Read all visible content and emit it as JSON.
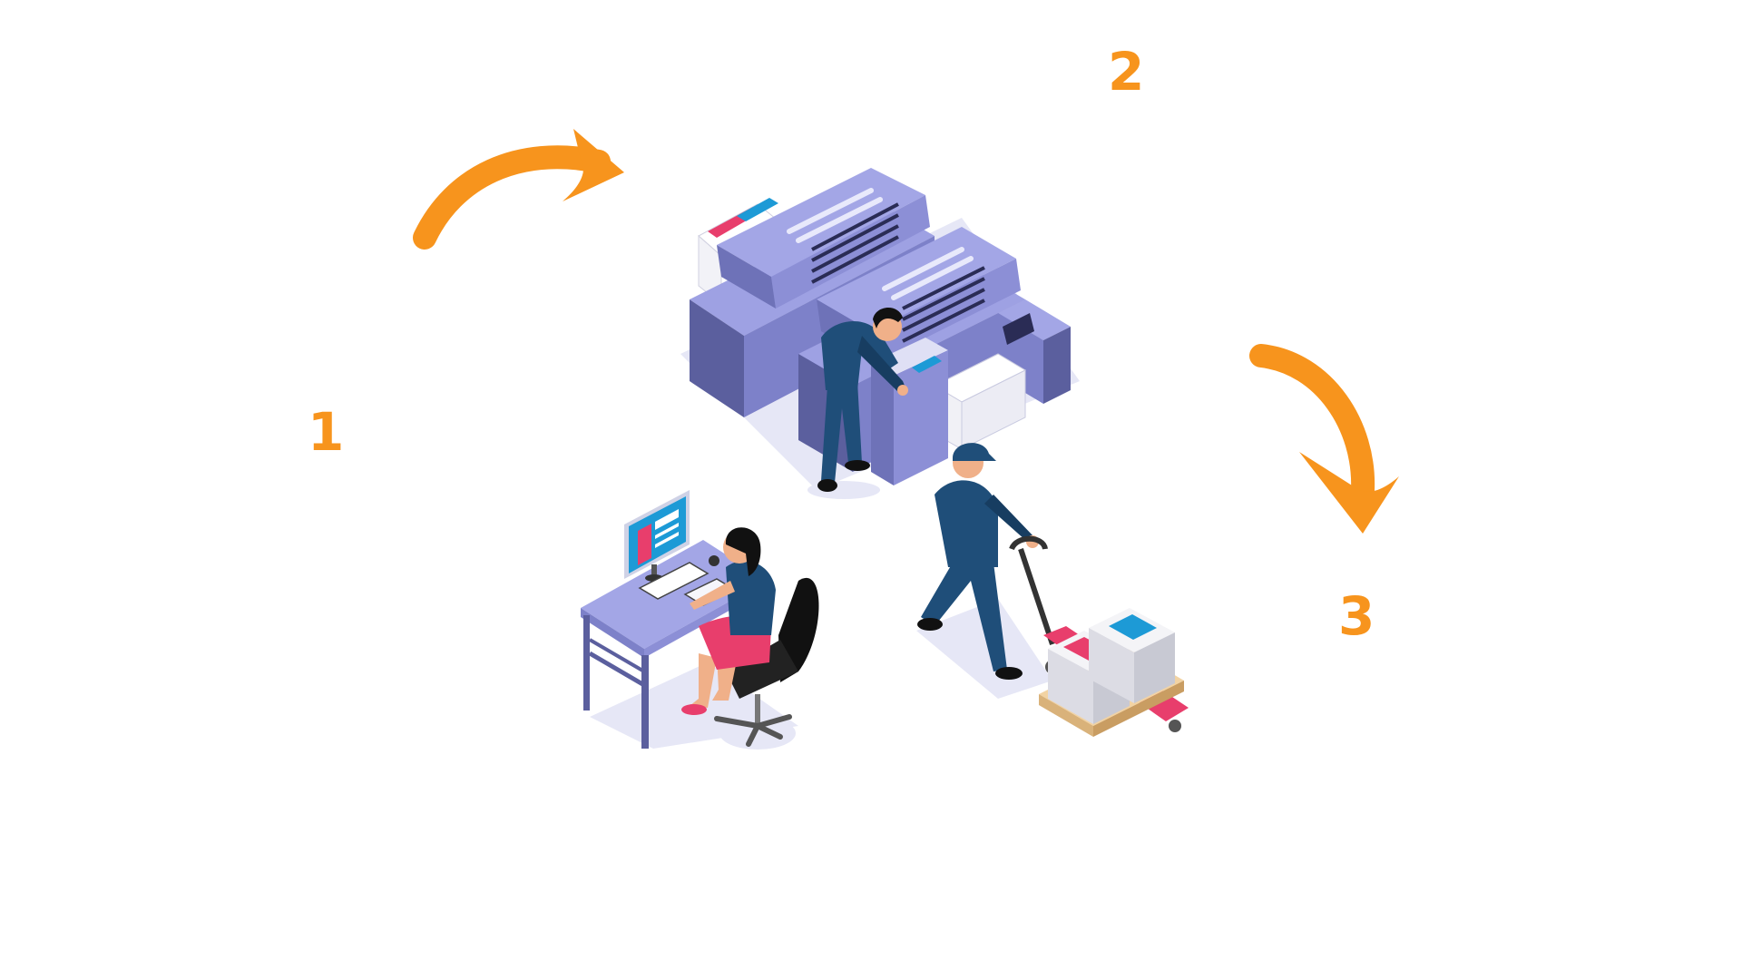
{
  "steps": [
    {
      "number": "1",
      "role": "design"
    },
    {
      "number": "2",
      "role": "printing"
    },
    {
      "number": "3",
      "role": "delivery"
    }
  ],
  "colors": {
    "accent": "#f7941d",
    "machine": "#8c8fd6",
    "machine_dark": "#5b5f9e",
    "uniform": "#1f4e79",
    "pink": "#e83e6c",
    "desk": "#a3a6e6",
    "shadow": "#e6e7f6",
    "screen": "#1d9ad6"
  },
  "icons": {
    "arrow_1_to_2": "curved-arrow-icon",
    "arrow_2_to_3": "curved-arrow-down-icon"
  }
}
